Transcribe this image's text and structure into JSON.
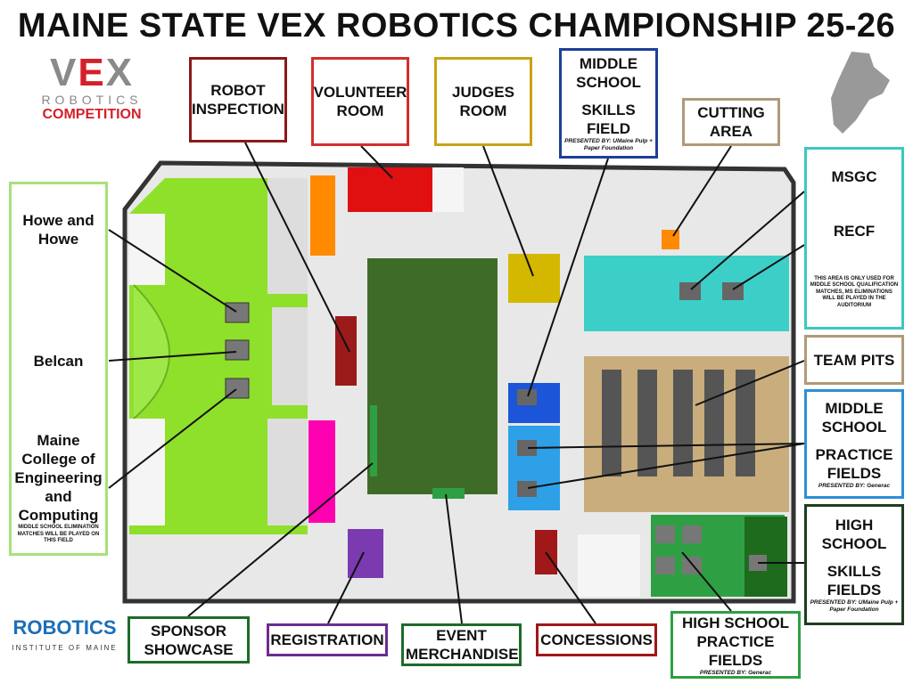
{
  "title": "MAINE STATE VEX ROBOTICS CHAMPIONSHIP 25-26",
  "logos": {
    "vex": {
      "mark_a": "V",
      "mark_e": "E",
      "mark_x": "X",
      "line1": "ROBOTICS",
      "line2": "COMPETITION"
    },
    "rim": {
      "line1": "ROBOTICS",
      "line2": "INSTITUTE OF MAINE"
    }
  },
  "labels": {
    "robot_inspection": "ROBOT INSPECTION",
    "volunteer_room": "VOLUNTEER ROOM",
    "judges_room": "JUDGES ROOM",
    "ms_skills": {
      "line1": "MIDDLE SCHOOL",
      "line2": "SKILLS FIELD",
      "sponsor": "PRESENTED BY: UMaine Pulp + Paper Foundation"
    },
    "cutting_area": "CUTTING AREA",
    "msgc": "MSGC",
    "recf": "RECF",
    "recf_note": "THIS AREA IS ONLY USED FOR MIDDLE SCHOOL QUALIFICATION MATCHES, MS ELIMINATIONS WILL BE PLAYED IN THE AUDITORIUM",
    "team_pits": "TEAM PITS",
    "ms_practice": {
      "line1": "MIDDLE SCHOOL",
      "line2": "PRACTICE FIELDS",
      "sponsor": "PRESENTED BY: Generac"
    },
    "hs_skills": {
      "line1": "HIGH SCHOOL",
      "line2": "SKILLS FIELDS",
      "sponsor": "PRESENTED BY: UMaine Pulp + Paper Foundation"
    },
    "hs_practice": {
      "line1": "HIGH SCHOOL PRACTICE FIELDS",
      "sponsor": "PRESENTED BY: Generac"
    },
    "concessions": "CONCESSIONS",
    "event_merch": "EVENT MERCHANDISE",
    "registration": "REGISTRATION",
    "sponsor_showcase": "SPONSOR SHOWCASE",
    "howe": "Howe and Howe",
    "belcan": "Belcan",
    "mcec": "Maine College of Engineering and Computing",
    "mcec_note": "MIDDLE SCHOOL ELIMINATION MATCHES WILL BE PLAYED ON THIS FIELD"
  },
  "colors": {
    "auditorium": "#8fe02a",
    "inspection": "#9b1b1b",
    "volunteer": "#e01010",
    "judges": "#d4b800",
    "ms_skills": "#1c3f9a",
    "cutting": "#b5a07e",
    "msgc": "#3ccfc8",
    "pits": "#c9ad7c",
    "ms_practice": "#2e90d8",
    "hs_skills": "#1e3a1e",
    "hs_practice": "#2ea043",
    "concessions": "#a01818",
    "merch": "#1f6b2a",
    "registration": "#6a2d8f",
    "showcase": "#1f6b2a",
    "left_box": "#a8e07c",
    "field": "#3f6b28"
  }
}
